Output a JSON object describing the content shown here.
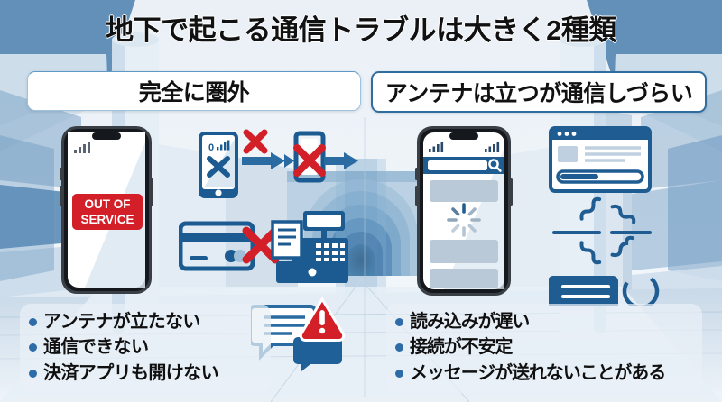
{
  "title": "地下で起こる通信トラブルは大きく2種類",
  "panels": {
    "left": {
      "heading": "完全に圏外",
      "phone_screen_text_line1": "OUT OF",
      "phone_screen_text_line2": "SERVICE",
      "phone_signal_label": "0",
      "bullets": [
        "アンテナが立たない",
        "通信できない",
        "決済アプリも開けない"
      ],
      "icons": [
        "phone-no-signal-icon",
        "red-cross-icon",
        "arrow-right-icon",
        "server-blocked-icon",
        "credit-card-icon",
        "cash-register-icon",
        "chat-bubble-warning-icon"
      ]
    },
    "right": {
      "heading": "アンテナは立つが通信しづらい",
      "bullets": [
        "読み込みが遅い",
        "接続が不安定",
        "メッセージが送れないことがある"
      ],
      "icons": [
        "phone-loading-icon",
        "search-icon",
        "loading-spinner-icon",
        "browser-window-progress-icon",
        "broken-signal-icon",
        "chat-bubble-loading-icon"
      ]
    }
  },
  "colors": {
    "accent_blue": "#2f6d9e",
    "deep_blue": "#1c5b92",
    "alert_red": "#d21f28",
    "bullet_dot": "#2e6ca8",
    "background": "#eef3f8",
    "panel_fill": "#e9f0f6",
    "wall_blue": "#4a7fae",
    "wall_light": "#dce7f0"
  }
}
